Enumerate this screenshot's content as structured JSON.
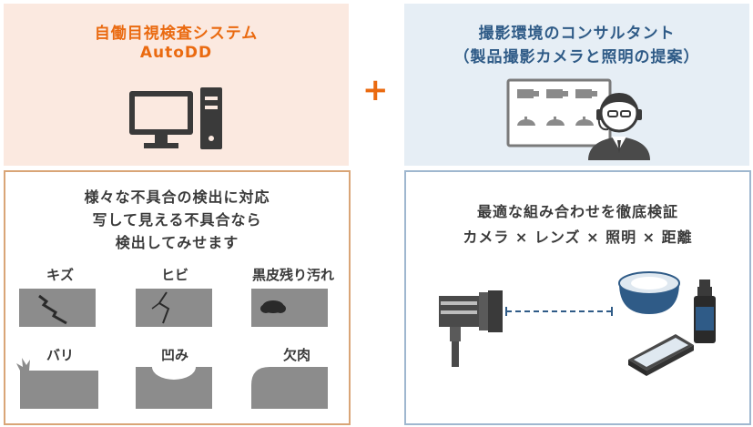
{
  "left": {
    "title_line1": "自働目視検査システム",
    "title_line2": "AutoDD",
    "desc_line1": "様々な不具合の検出に対応",
    "desc_line2": "写して見える不具合なら",
    "desc_line3": "検出してみせます",
    "defects": [
      "キズ",
      "ヒビ",
      "黒皮残り汚れ",
      "バリ",
      "凹み",
      "欠肉"
    ]
  },
  "plus_sign": "+",
  "right": {
    "title_line1": "撮影環境のコンサルタント",
    "title_line2": "（製品撮影カメラと照明の提案）",
    "desc_line1": "最適な組み合わせを徹底検証",
    "desc_line2": "カメラ × レンズ × 照明 × 距離"
  },
  "icons": [
    "computer-icon",
    "consultant-icon",
    "camera-icon",
    "ring-light-icon",
    "lens-bottle-icon",
    "bar-light-icon"
  ],
  "colors": {
    "accent_orange": "#ea6a10",
    "accent_blue": "#2f5b87",
    "defect_gray": "#8c8c8c",
    "icon_gray": "#555555"
  }
}
